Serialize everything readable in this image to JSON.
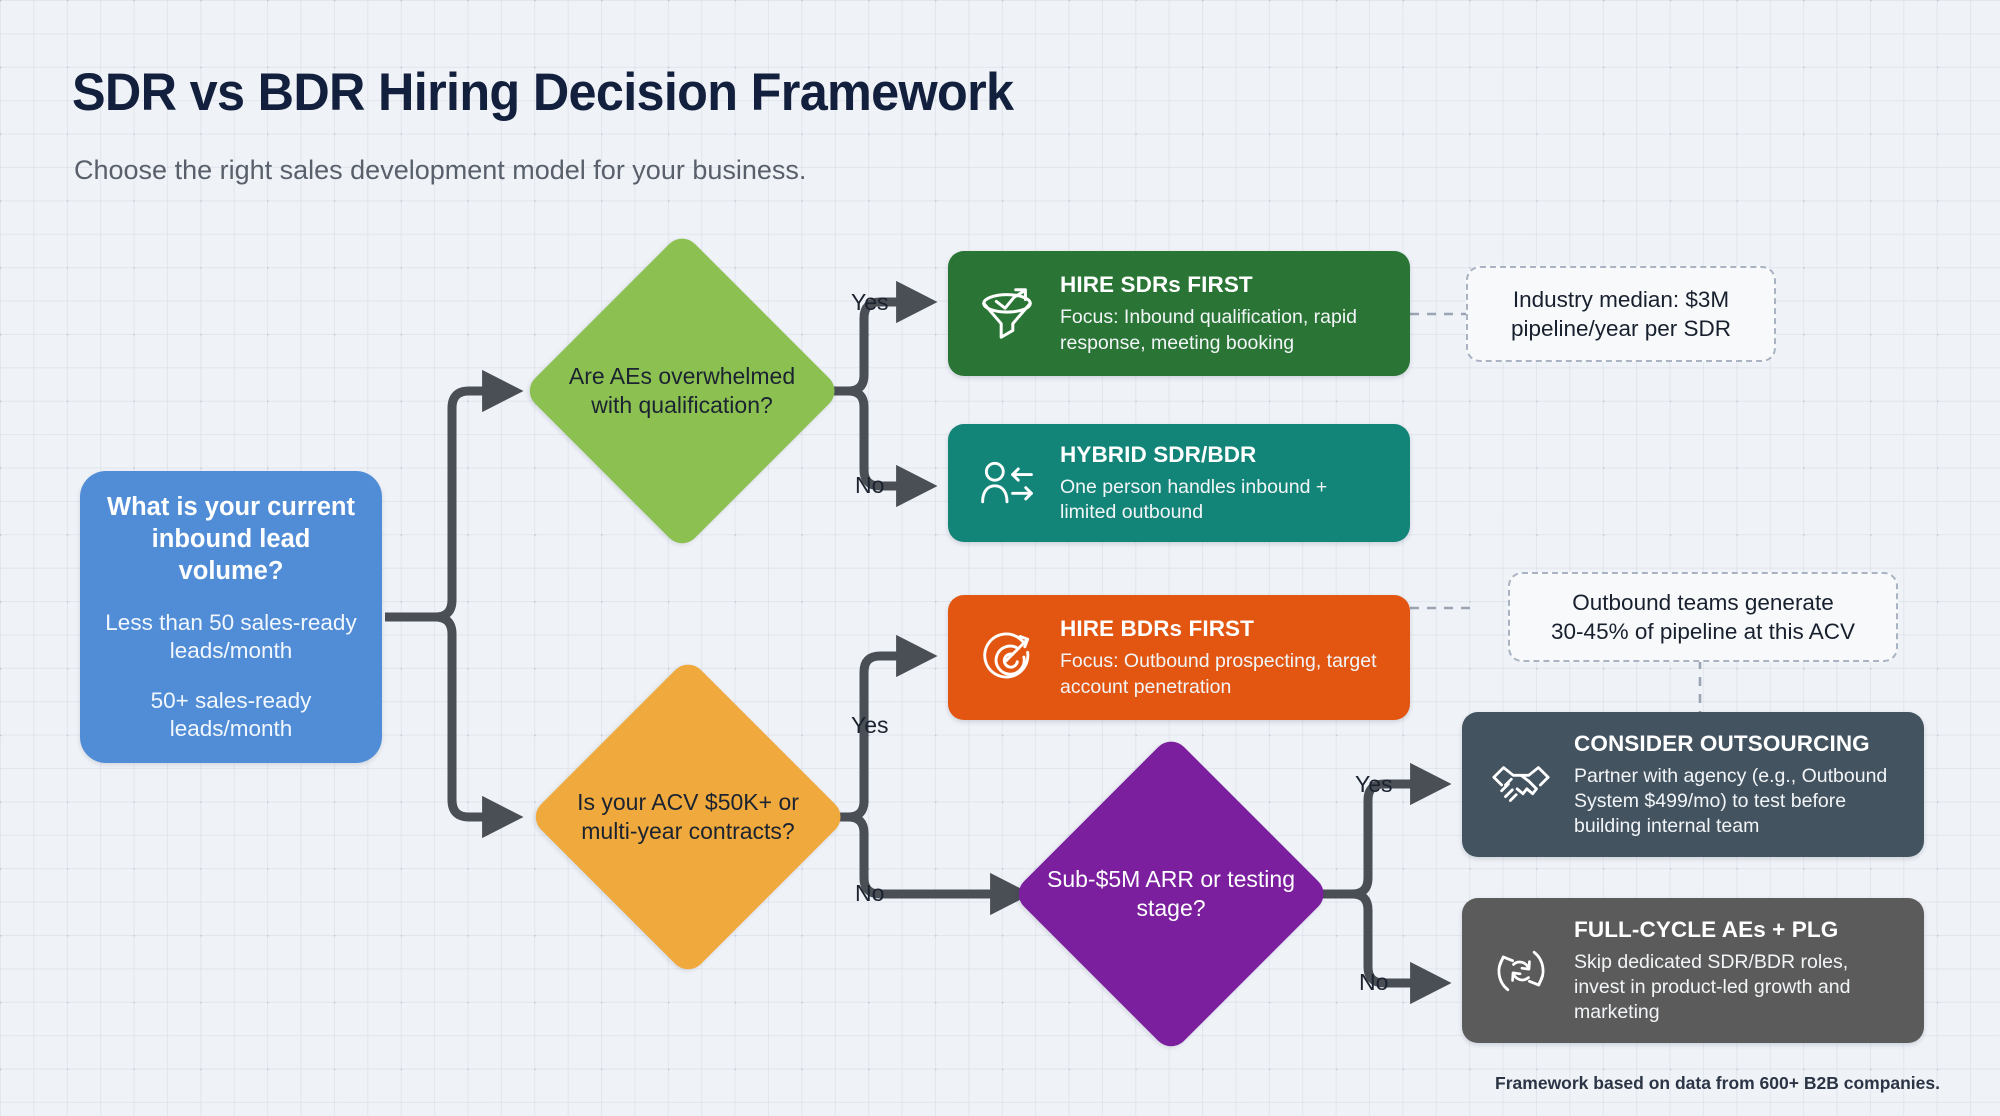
{
  "header": {
    "title": "SDR vs BDR Hiring Decision Framework",
    "subtitle": "Choose the right sales development model for your business."
  },
  "footnote": "Framework based on data from 600+ B2B companies.",
  "colors": {
    "background": "#eff2f7",
    "title": "#121f3d",
    "subtitle": "#59606b",
    "connector": "#4a4e55",
    "start": "#508dd6",
    "diamond_green": "#8cc152",
    "diamond_orange": "#f0a93c",
    "diamond_purple": "#7b1f9e",
    "card_green": "#2a7535",
    "card_teal": "#128578",
    "card_orange": "#e25611",
    "card_slate": "#445360",
    "card_gray": "#5b5b5b",
    "callout_bg": "#f7f9fb",
    "callout_border": "#a9b3c1"
  },
  "start_node": {
    "title": "What is your current inbound lead volume?",
    "options": [
      "Less than 50 sales-ready leads/month",
      "50+ sales-ready leads/month"
    ]
  },
  "decisions": [
    {
      "id": "ae-overwhelmed",
      "label": "Are AEs overwhelmed with qualification?",
      "color": "#8cc152",
      "text_color": "#1b2330",
      "yes_label": "Yes",
      "no_label": "No"
    },
    {
      "id": "acv-threshold",
      "label": "Is your ACV $50K+ or multi-year contracts?",
      "color": "#f0a93c",
      "text_color": "#1b2330",
      "yes_label": "Yes",
      "no_label": "No"
    },
    {
      "id": "arr-stage",
      "label": "Sub-$5M ARR or testing stage?",
      "color": "#7b1f9e",
      "text_color": "#ffffff",
      "yes_label": "Yes",
      "no_label": "No"
    }
  ],
  "outcomes": [
    {
      "id": "hire-sdrs",
      "title": "HIRE SDRs FIRST",
      "desc": "Focus: Inbound qualification, rapid response, meeting booking",
      "icon": "funnel-growth-icon",
      "color": "#2a7535"
    },
    {
      "id": "hybrid",
      "title": "HYBRID SDR/BDR",
      "desc": "One person handles inbound + limited outbound",
      "icon": "person-two-way-arrows-icon",
      "color": "#128578"
    },
    {
      "id": "hire-bdrs",
      "title": "HIRE BDRs FIRST",
      "desc": "Focus: Outbound prospecting, target account penetration",
      "icon": "target-dart-icon",
      "color": "#e25611"
    },
    {
      "id": "outsourcing",
      "title": "CONSIDER OUTSOURCING",
      "desc": "Partner with agency (e.g., Outbound System $499/mo) to test before building internal team",
      "icon": "handshake-icon",
      "color": "#445360"
    },
    {
      "id": "full-cycle",
      "title": "FULL-CYCLE AEs + PLG",
      "desc": "Skip dedicated SDR/BDR roles, invest in product-led growth and marketing",
      "icon": "refresh-cycle-icon",
      "color": "#5b5b5b"
    }
  ],
  "callouts": [
    {
      "id": "sdr-pipeline-stat",
      "line1": "Industry median: $3M",
      "line2": "pipeline/year per SDR"
    },
    {
      "id": "outbound-pipeline-stat",
      "line1": "Outbound teams generate",
      "line2": "30-45% of pipeline at this ACV"
    }
  ],
  "edge_labels": {
    "green_yes": "Yes",
    "green_no": "No",
    "orange_yes": "Yes",
    "orange_no": "No",
    "purple_yes": "Yes",
    "purple_no": "No"
  }
}
